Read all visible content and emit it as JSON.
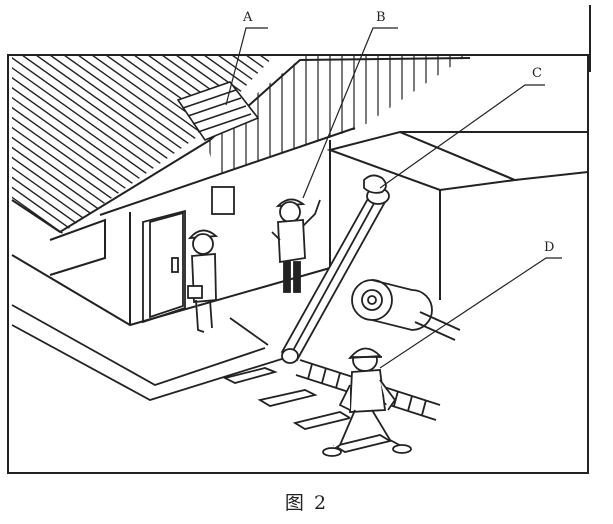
{
  "figure": {
    "caption": "图 2",
    "markers": [
      {
        "id": "A",
        "label": "A"
      },
      {
        "id": "B",
        "label": "B"
      },
      {
        "id": "C",
        "label": "C"
      },
      {
        "id": "D",
        "label": "D"
      }
    ]
  },
  "colors": {
    "ink": "#222222",
    "watermark": "#f0c4c4"
  }
}
